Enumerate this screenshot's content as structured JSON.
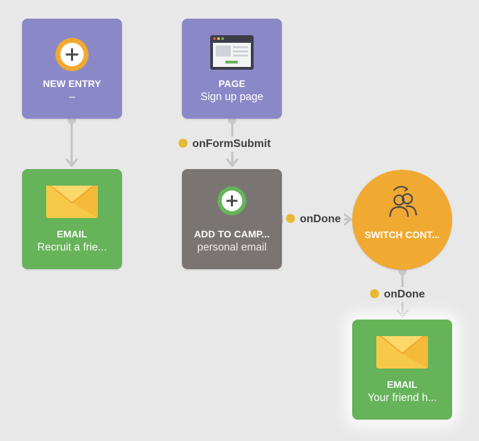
{
  "nodes": {
    "new_entry": {
      "title": "NEW ENTRY",
      "subtitle": "–",
      "icon": "plus-circle-icon"
    },
    "page": {
      "title": "PAGE",
      "subtitle": "Sign up page",
      "icon": "web-page-icon"
    },
    "email_recruit": {
      "title": "EMAIL",
      "subtitle": "Recruit a frie...",
      "icon": "envelope-icon"
    },
    "add_to_campaign": {
      "title": "ADD TO CAMP...",
      "subtitle": "personal email",
      "icon": "plus-circle-icon"
    },
    "switch_contact": {
      "title": "SWITCH CONT...",
      "icon": "users-switch-icon"
    },
    "email_friend": {
      "title": "EMAIL",
      "subtitle": "Your friend h...",
      "icon": "envelope-icon"
    }
  },
  "edges": {
    "page_to_add": {
      "label": "onFormSubmit"
    },
    "add_to_switch": {
      "label": "onDone"
    },
    "switch_to_email": {
      "label": "onDone"
    }
  },
  "colors": {
    "purple": "#8b88c8",
    "green": "#66b35a",
    "gray": "#7a7573",
    "orange": "#f0a931",
    "connector": "#c2c2c2",
    "dot": "#e8b832"
  }
}
